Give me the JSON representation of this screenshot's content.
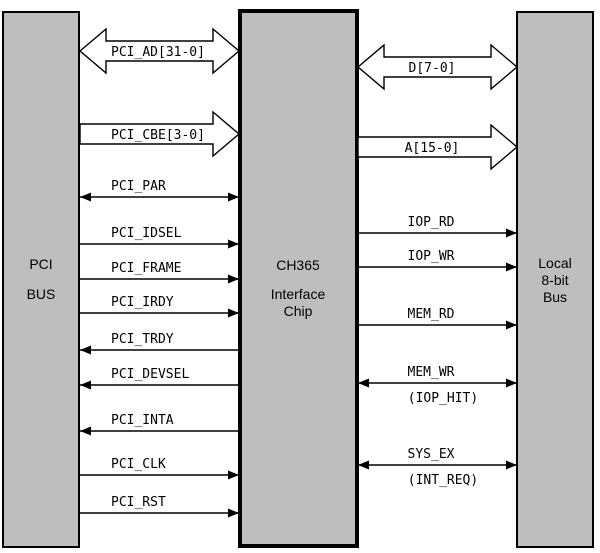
{
  "blocks": {
    "pci_bus": {
      "line1": "PCI",
      "line2": "BUS"
    },
    "ch365": {
      "line1": "CH365",
      "line2": "Interface",
      "line3": "Chip"
    },
    "local_bus": {
      "line1": "Local",
      "line2": "8-bit",
      "line3": "Bus"
    }
  },
  "left_buses": [
    {
      "label": "PCI_AD[31-0]",
      "direction": "both"
    },
    {
      "label": "PCI_CBE[3-0]",
      "direction": "right"
    }
  ],
  "left_signals": [
    {
      "label": "PCI_PAR",
      "direction": "both"
    },
    {
      "label": "PCI_IDSEL",
      "direction": "right"
    },
    {
      "label": "PCI_FRAME",
      "direction": "right"
    },
    {
      "label": "PCI_IRDY",
      "direction": "right"
    },
    {
      "label": "PCI_TRDY",
      "direction": "left"
    },
    {
      "label": "PCI_DEVSEL",
      "direction": "left"
    },
    {
      "label": "PCI_INTA",
      "direction": "left"
    },
    {
      "label": "PCI_CLK",
      "direction": "right"
    },
    {
      "label": "PCI_RST",
      "direction": "right"
    }
  ],
  "right_buses": [
    {
      "label": "D[7-0]",
      "direction": "both"
    },
    {
      "label": "A[15-0]",
      "direction": "right"
    }
  ],
  "right_signals": [
    {
      "label": "IOP_RD",
      "sublabel": "",
      "direction": "right"
    },
    {
      "label": "IOP_WR",
      "sublabel": "",
      "direction": "right"
    },
    {
      "label": "MEM_RD",
      "sublabel": "",
      "direction": "right"
    },
    {
      "label": "MEM_WR",
      "sublabel": "(IOP_HIT)",
      "direction": "both"
    },
    {
      "label": "SYS_EX",
      "sublabel": "(INT_REQ)",
      "direction": "both"
    }
  ],
  "colors": {
    "block_fill": "#bebebe",
    "line": "#000000",
    "arrow_fill": "#ffffff"
  }
}
